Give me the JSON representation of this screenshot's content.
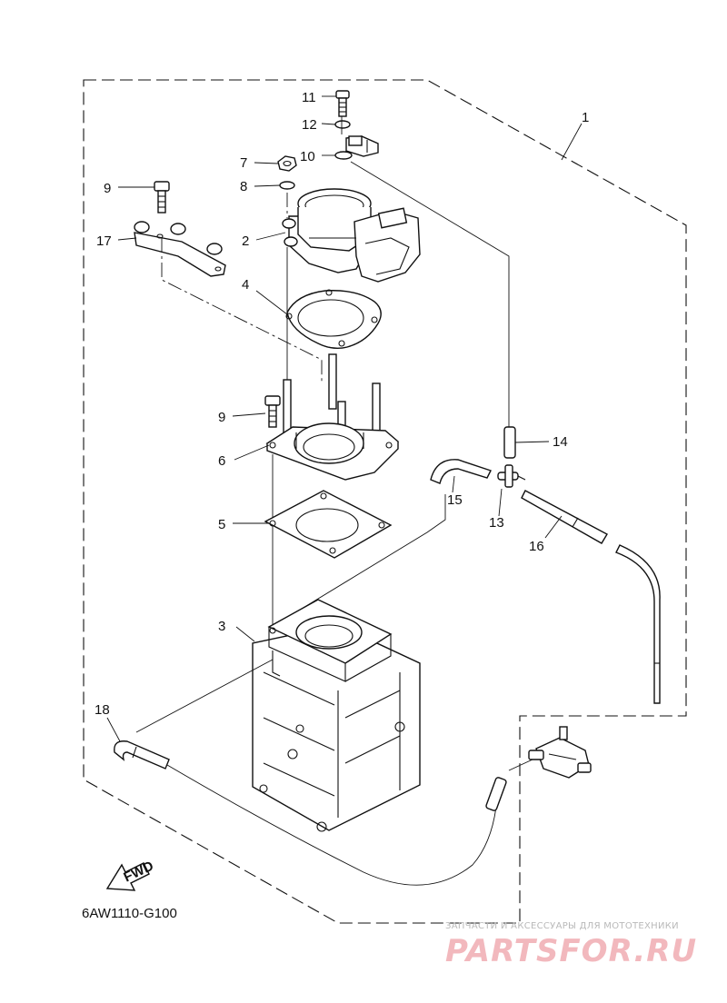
{
  "diagram_code": "6AW1110-G100",
  "fwd_label": "FWD",
  "watermark": {
    "tagline": "ЗАПЧАСТИ И АКСЕССУАРЫ ДЛЯ МОТОТЕХНИКИ",
    "brand": "PARTSFOR.RU"
  },
  "callouts": {
    "c1": "1",
    "c2": "2",
    "c3": "3",
    "c4": "4",
    "c5": "5",
    "c6": "6",
    "c7": "7",
    "c8": "8",
    "c9a": "9",
    "c9b": "9",
    "c10": "10",
    "c11": "11",
    "c12": "12",
    "c13": "13",
    "c14": "14",
    "c15": "15",
    "c16": "16",
    "c17": "17",
    "c18": "18"
  },
  "colors": {
    "line": "#111111",
    "watermark_brand": "#f2b8bd",
    "watermark_tagline": "#b9b9b9"
  }
}
